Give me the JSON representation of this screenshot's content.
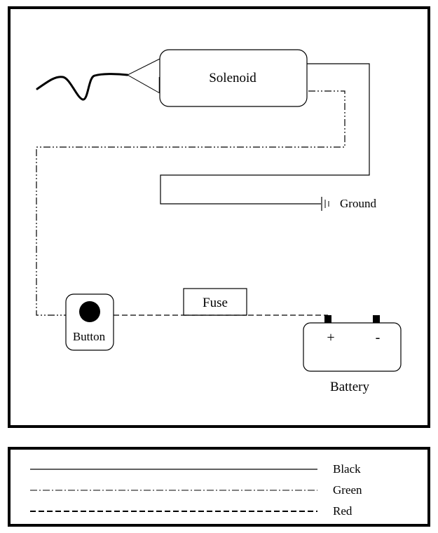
{
  "diagram": {
    "components": {
      "solenoid": "Solenoid",
      "ground": "Ground",
      "fuse": "Fuse",
      "button": "Button",
      "battery": "Battery",
      "battery_positive": "+",
      "battery_negative": "-"
    },
    "wires": [
      {
        "from": "solenoid",
        "to": "ground",
        "color": "Black"
      },
      {
        "from": "solenoid",
        "to": "button",
        "color": "Green"
      },
      {
        "from": "button",
        "to": "fuse",
        "color": "Red"
      },
      {
        "from": "fuse",
        "to": "battery_positive",
        "color": "Red"
      }
    ]
  },
  "legend": {
    "items": [
      {
        "label": "Black",
        "style": "solid"
      },
      {
        "label": "Green",
        "style": "dash-dot-dot"
      },
      {
        "label": "Red",
        "style": "dashed"
      }
    ]
  },
  "colors": {
    "stroke": "#000000",
    "background": "#ffffff"
  }
}
